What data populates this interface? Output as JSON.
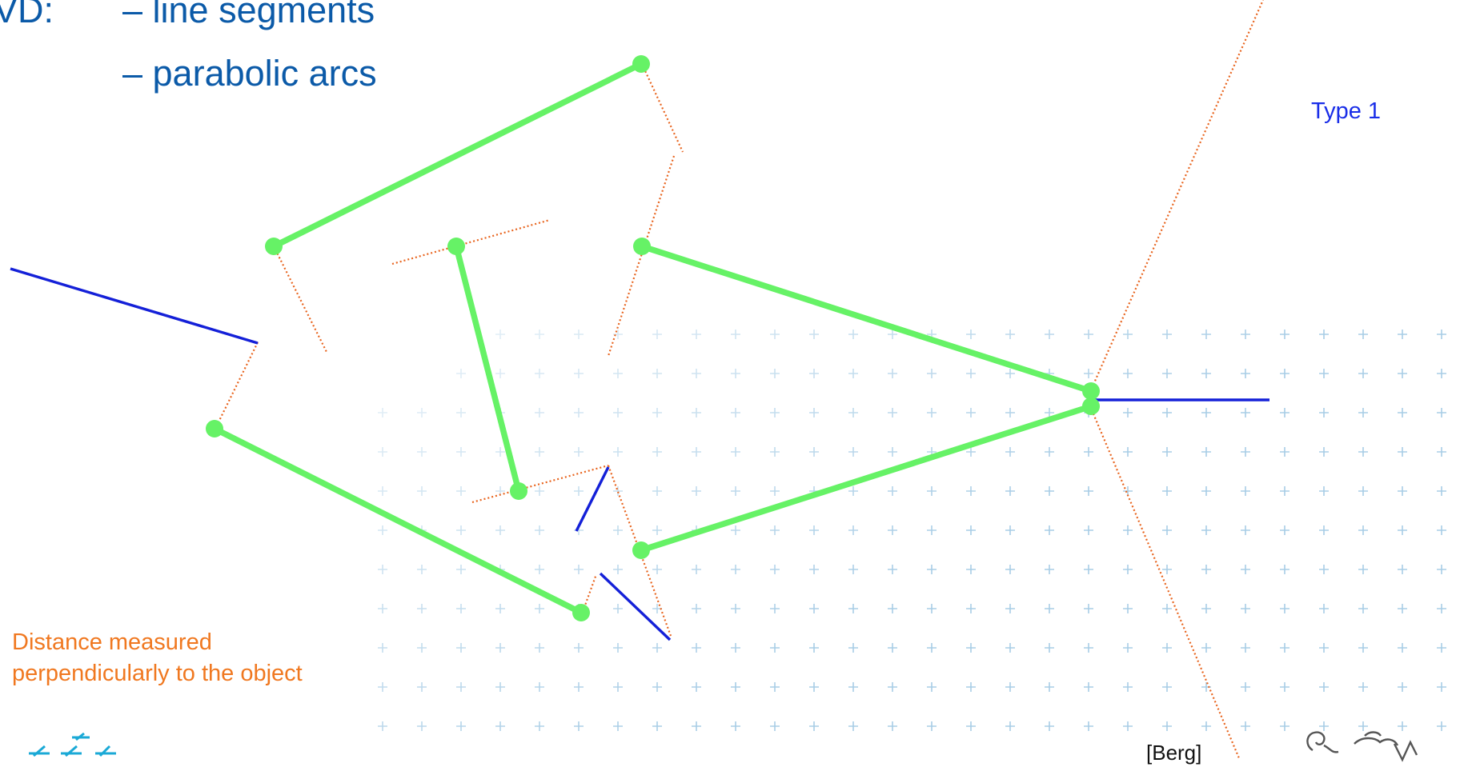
{
  "slide": {
    "vd_prefix": "VD:",
    "bullets": [
      "– line segments",
      "– parabolic arcs"
    ],
    "type_label": "Type 1",
    "distance_note_line1": "Distance measured",
    "distance_note_line2": "perpendicularly to the object",
    "citation": "[Berg]"
  },
  "icons": [
    "cross-grid-pattern",
    "university-logo",
    "czech-lion-logo"
  ],
  "colors": {
    "polygon": "#66f266",
    "voronoi_edge": "#1420d8",
    "bisector": "#e8641e",
    "title": "#0b5aa8",
    "label_blue": "#1a2ee8",
    "label_orange": "#f07820",
    "grid": "#a8cde6"
  }
}
